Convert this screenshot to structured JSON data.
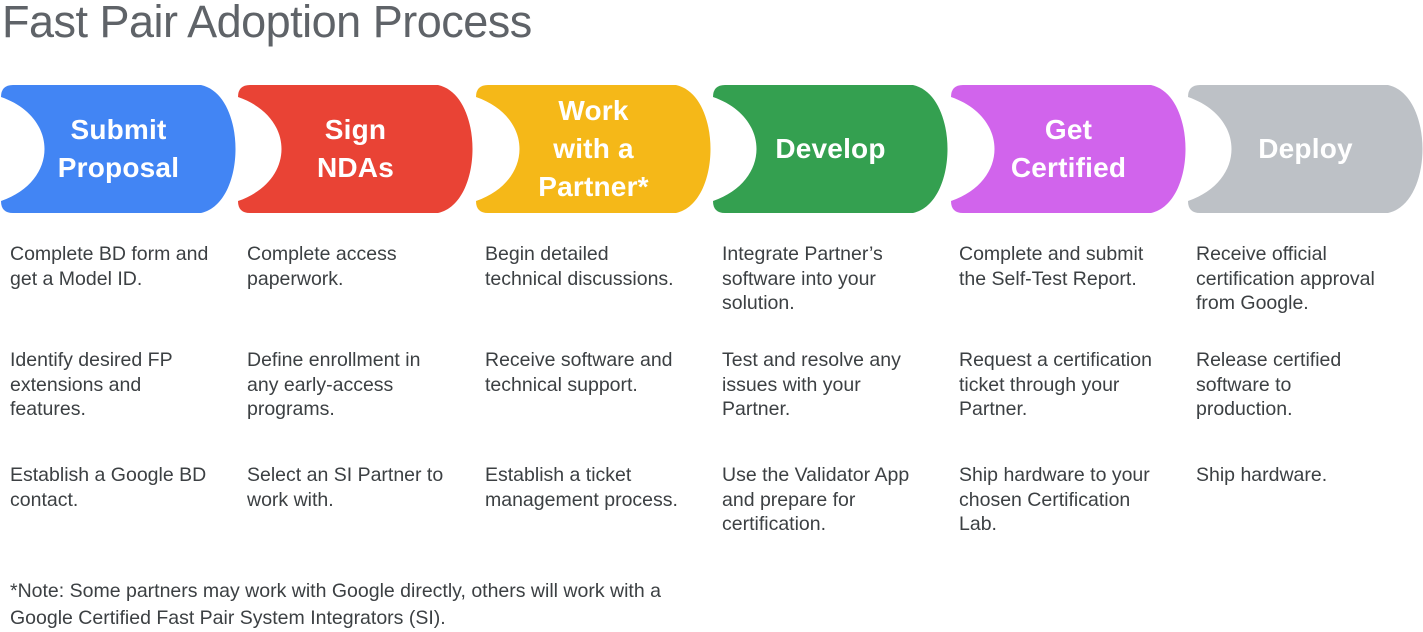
{
  "page": {
    "title": "Fast Pair Adoption Process",
    "background": "#ffffff",
    "title_color": "#5f6368",
    "body_text_color": "#3c4043"
  },
  "stages": [
    {
      "id": "submit-proposal",
      "label": "Submit\nProposal",
      "color": "#4285F4",
      "steps": [
        "Complete BD form and\nget a Model ID.",
        "Identify desired FP\nextensions and\nfeatures.",
        "Establish a Google BD\ncontact."
      ]
    },
    {
      "id": "sign-ndas",
      "label": "Sign\nNDAs",
      "color": "#E94335",
      "steps": [
        "Complete access\npaperwork.",
        "Define enrollment in\nany early-access\nprograms.",
        "Select an SI Partner to\nwork with."
      ]
    },
    {
      "id": "work-with-a-partner",
      "label": "Work\nwith a\nPartner*",
      "color": "#F5B818",
      "steps": [
        "Begin detailed\ntechnical discussions.",
        "Receive software and\ntechnical support.",
        "Establish a ticket\nmanagement process."
      ]
    },
    {
      "id": "develop",
      "label": "Develop",
      "color": "#34A050",
      "steps": [
        "Integrate Partner’s\nsoftware into your\nsolution.",
        "Test and resolve any\nissues with your\nPartner.",
        "Use the Validator App\nand prepare for\ncertification."
      ]
    },
    {
      "id": "get-certified",
      "label": "Get\nCertified",
      "color": "#D164EC",
      "steps": [
        "Complete and submit\nthe Self-Test Report.",
        "Request a certification\nticket through your\nPartner.",
        "Ship hardware to your\nchosen Certification\nLab."
      ]
    },
    {
      "id": "deploy",
      "label": "Deploy",
      "color": "#BDC1C6",
      "steps": [
        "Receive official\ncertification approval\nfrom Google.",
        "Release certified\nsoftware to\nproduction.",
        "Ship hardware."
      ]
    }
  ],
  "footnote": "*Note: Some partners may work with Google directly, others will work with a\nGoogle Certified Fast Pair System Integrators (SI)."
}
